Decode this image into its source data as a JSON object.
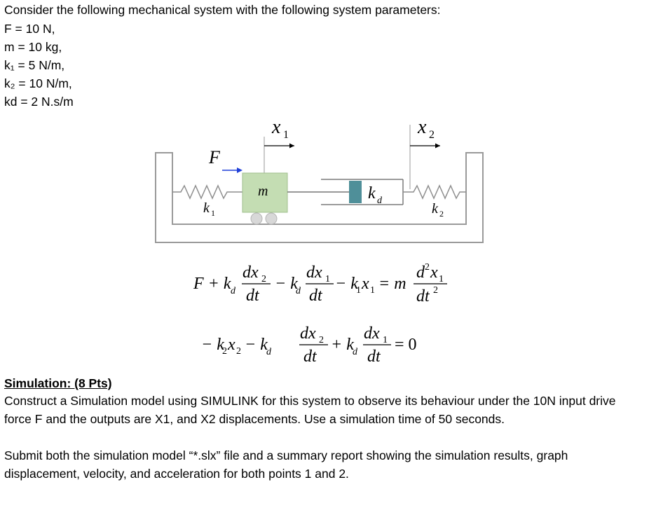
{
  "intro": "Consider the following mechanical system with the following system parameters:",
  "params": [
    "F = 10 N,",
    "m = 10 kg,",
    "k₁ = 5 N/m,",
    "k₂ = 10 N/m,",
    "kd = 2 N.s/m"
  ],
  "diagram": {
    "x1_label": "x",
    "x1_sub": "1",
    "x2_label": "x",
    "x2_sub": "2",
    "force_label": "F",
    "mass_label": "m",
    "k1_label": "k",
    "k1_sub": "1",
    "k2_label": "k",
    "k2_sub": "2",
    "kd_label": "k",
    "kd_sub": "d"
  },
  "equations": {
    "eq1": {
      "lhs_prefix": "F + k",
      "d_sub": "d",
      "dx2": "dx",
      "sub2": "2",
      "dt": "dt",
      "minus_kd": "− k",
      "dx1": "dx",
      "sub1": "1",
      "minus_k1x1": "− k",
      "k1_sub": "1",
      "x": "x",
      "x1_sub": "1",
      "eq_m": "= m",
      "d2x": "d",
      "sq": "2",
      "d2x_x": "x",
      "d2x_sub": "1",
      "dt2": "dt",
      "dt2_sup": "2"
    },
    "eq2": {
      "prefix": "− k",
      "k2_sub": "2",
      "x": "x",
      "x2_sub": "2",
      "minus_kd": "− k",
      "d_sub": "d",
      "dx2": "dx",
      "sub2": "2",
      "dt": "dt",
      "plus_kd": "+ k",
      "dx1": "dx",
      "sub1": "1",
      "eq_zero": "= 0"
    }
  },
  "simulation": {
    "heading": "Simulation: (8 Pts)",
    "para1": "Construct a Simulation model using SIMULINK for this system to observe its behaviour under the 10N input drive force F and the outputs are X1, and X2 displacements. Use a simulation time of 50 seconds.",
    "para2": "Submit both the simulation model “*.slx” file and a summary report showing the simulation results, graph displacement, velocity, and acceleration for both points 1 and 2."
  }
}
